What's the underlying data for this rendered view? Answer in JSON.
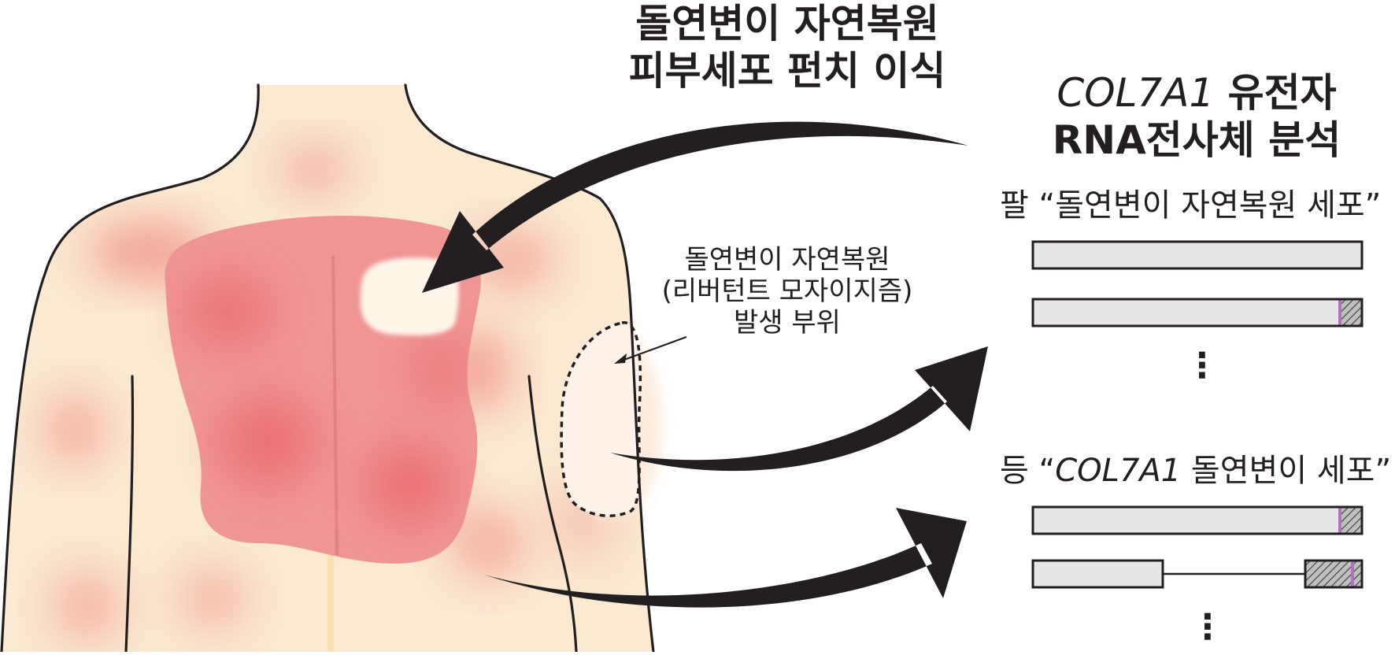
{
  "heading": {
    "line1": "돌연변이 자연복원",
    "line2": "피부세포 펀치 이식"
  },
  "analysis": {
    "gene": "COL7A1",
    "gene_suffix": " 유전자",
    "line2": "RNA전사체 분석"
  },
  "arm_cells": {
    "prefix": "팔 ",
    "label": "“돌연변이 자연복원 세포”"
  },
  "back_cells": {
    "prefix": "등 “",
    "gene": "COL7A1",
    "suffix": " 돌연변이 세포”"
  },
  "reversion_site": {
    "line1": "돌연변이 자연복원",
    "line2": "(리버턴트 모자이지즘)",
    "line3": "발생 부위"
  },
  "ellipsis": "⋮",
  "colors": {
    "skin": "#fbe9d2",
    "wound": "#f09596",
    "blister": "#e85a5d",
    "bar_fill": "#e6e6e6",
    "bar_stroke": "#231f20",
    "marker": "#b56fc4",
    "graft": "#fff6ea"
  }
}
